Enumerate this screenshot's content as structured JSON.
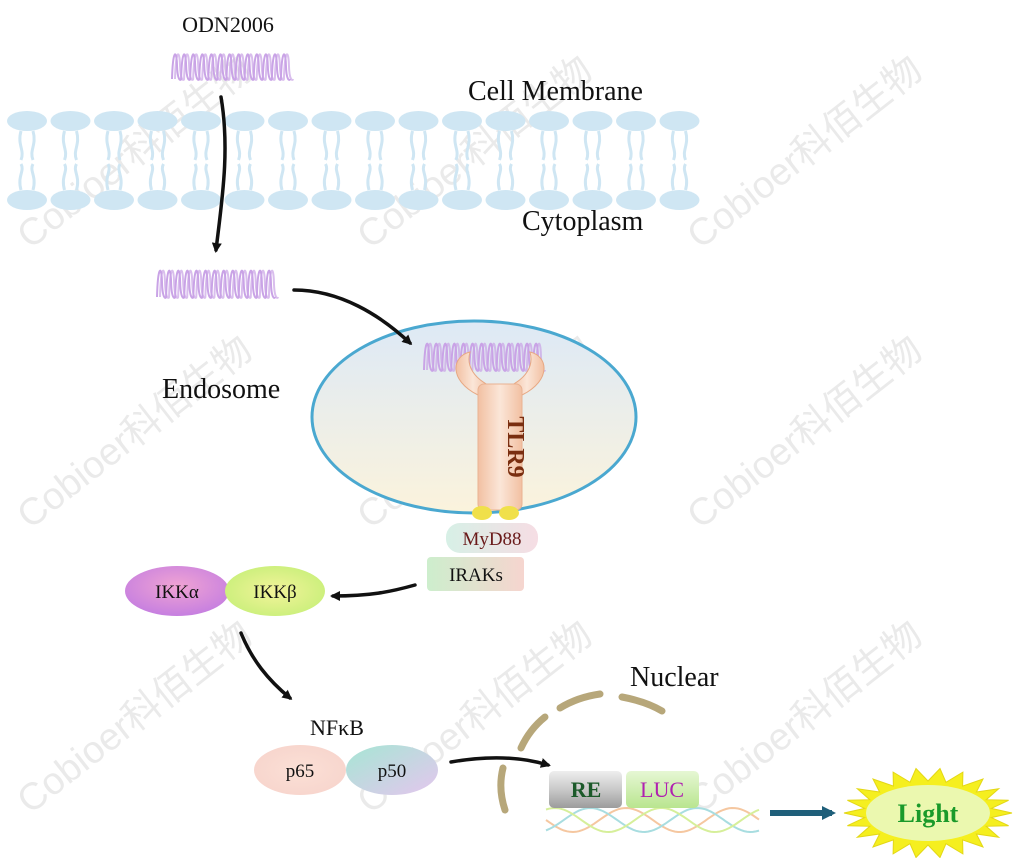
{
  "labels": {
    "ligand": "ODN2006",
    "cell_membrane": "Cell Membrane",
    "cytoplasm": "Cytoplasm",
    "endosome": "Endosome",
    "receptor": "TLR9",
    "adaptor": "MyD88",
    "kinases": "IRAKs",
    "ikk_alpha": "IKKα",
    "ikk_beta": "IKKβ",
    "nfkb": "NFκB",
    "p65": "p65",
    "p50": "p50",
    "nuclear": "Nuclear",
    "response_element": "RE",
    "luciferase": "LUC",
    "output": "Light"
  },
  "watermark": "Cobioer科佰生物",
  "colors": {
    "endosome_border": "#4aa8d0",
    "oligo": "#c9a3e6",
    "membrane": "#cfe6f3",
    "arrow": "#111111",
    "output_arrow": "#1f5f7a",
    "light_burst": "#f5ef1f",
    "light_text": "#1a9a2a",
    "re_text": "#1c5a2a",
    "luc_text": "#b020b0",
    "nuclear_envelope": "#b7a77a"
  }
}
